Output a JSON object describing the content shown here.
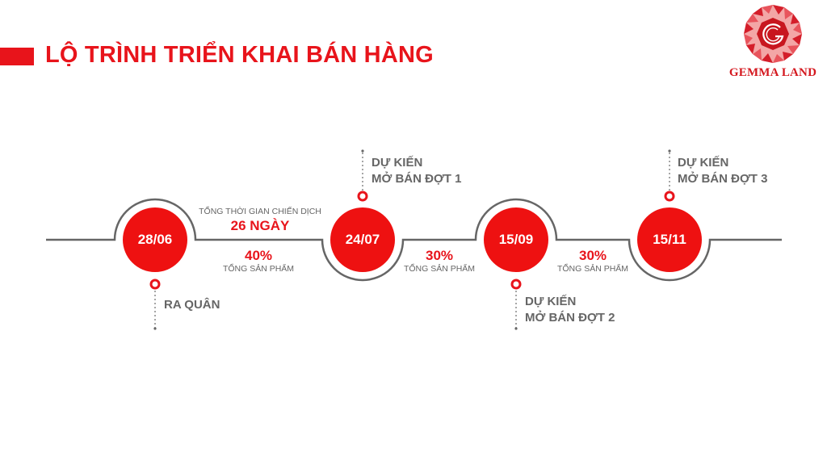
{
  "header": {
    "title": "LỘ TRÌNH TRIỂN KHAI BÁN HÀNG",
    "accent_color": "#e8141b"
  },
  "logo": {
    "icon": "gem-octagon-logo-icon",
    "name": "GEMMA LAND"
  },
  "timeline": {
    "line_color": "#666666",
    "node_color": "#ee1111",
    "nodes": [
      {
        "date": "28/06",
        "arc": "above",
        "marker": "below",
        "milestone": [
          "RA QUÂN"
        ]
      },
      {
        "date": "24/07",
        "arc": "below",
        "marker": "above",
        "milestone": [
          "DỰ KIẾN",
          "MỞ BÁN ĐỢT 1"
        ]
      },
      {
        "date": "15/09",
        "arc": "above",
        "marker": "below",
        "milestone": [
          "DỰ KIẾN",
          "MỞ BÁN ĐỢT 2"
        ]
      },
      {
        "date": "15/11",
        "arc": "below",
        "marker": "above",
        "milestone": [
          "DỰ KIẾN",
          "MỞ BÁN ĐỢT 3"
        ]
      }
    ],
    "campaign": {
      "label": "TỔNG THỜI GIAN CHIẾN DỊCH",
      "value": "26 NGÀY"
    },
    "segments": [
      {
        "percent": "40%",
        "label": "TỔNG SẢN PHẨM"
      },
      {
        "percent": "30%",
        "label": "TỔNG SẢN PHẨM"
      },
      {
        "percent": "30%",
        "label": "TỔNG SẢN PHẨM"
      }
    ]
  }
}
